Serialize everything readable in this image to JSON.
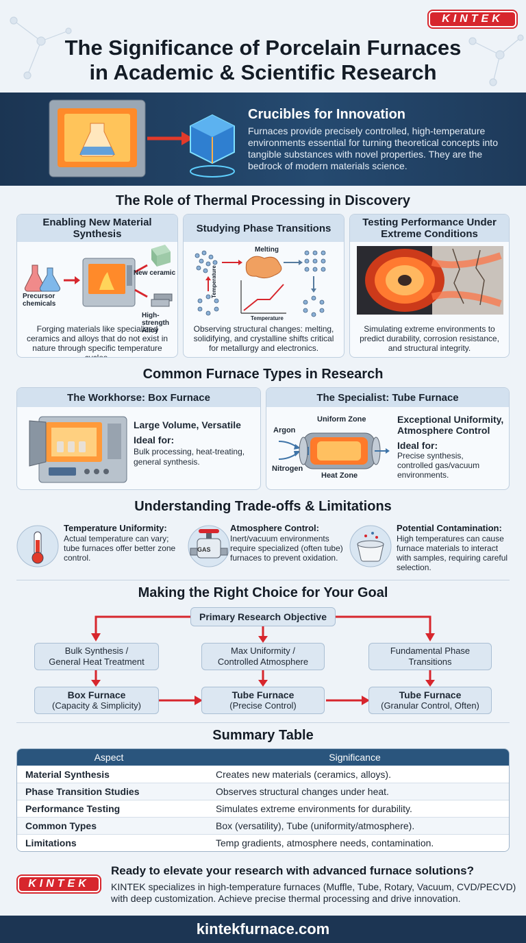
{
  "brand": {
    "logo": "KINTEK",
    "accent": "#d7262d",
    "navy": "#1c3553"
  },
  "title": {
    "line1": "The Significance of Porcelain Furnaces",
    "line2": "in Academic & Scientific Research"
  },
  "intro": {
    "heading": "Crucibles for Innovation",
    "text": "Furnaces provide precisely controlled, high-temperature environments essential for turning theoretical concepts into tangible substances with novel properties. They are the bedrock of modern materials science."
  },
  "role": {
    "heading": "The Role of Thermal Processing in Discovery",
    "cards": [
      {
        "title": "Enabling New Material Synthesis",
        "labels": {
          "precursor": "Precursor chemicals",
          "ceramic": "New ceramic",
          "alloy": "High-strength Alloy"
        },
        "text": "Forging materials like specialized ceramics and alloys that do not exist in nature through specific temperature cycles."
      },
      {
        "title": "Studying Phase Transitions",
        "labels": {
          "melting": "Melting",
          "temperature": "Temperature"
        },
        "text": "Observing structural changes: melting, solidifying, and crystalline shifts critical for metallurgy and electronics."
      },
      {
        "title": "Testing Performance Under Extreme Conditions",
        "text": "Simulating extreme environments to predict durability, corrosion resistance, and structural integrity."
      }
    ]
  },
  "types": {
    "heading": "Common Furnace Types in Research",
    "box": {
      "title": "The Workhorse: Box Furnace",
      "feature": "Large Volume, Versatile",
      "ideal_label": "Ideal for:",
      "ideal": "Bulk processing, heat-treating, general synthesis."
    },
    "tube": {
      "title": "The Specialist: Tube Furnace",
      "labels": {
        "argon": "Argon",
        "nitrogen": "Nitrogen",
        "uniform": "Uniform Zone",
        "heat": "Heat Zone"
      },
      "feature": "Exceptional Uniformity, Atmosphere Control",
      "ideal_label": "Ideal for:",
      "ideal": "Precise synthesis, controlled gas/vacuum environments."
    }
  },
  "tradeoffs": {
    "heading": "Understanding Trade-offs & Limitations",
    "items": [
      {
        "title": "Temperature Uniformity:",
        "text": "Actual temperature can vary; tube furnaces offer better zone control."
      },
      {
        "title": "Atmosphere Control:",
        "text": "Inert/vacuum environments require specialized (often tube) furnaces to prevent oxidation.",
        "icon_label": "GAS"
      },
      {
        "title": "Potential Contamination:",
        "text": "High temperatures can cause furnace materials to interact with samples, requiring careful selection."
      }
    ]
  },
  "choice": {
    "heading": "Making the Right Choice for Your Goal",
    "root": "Primary Research Objective",
    "goals": [
      {
        "line1": "Bulk Synthesis /",
        "line2": "General Heat Treatment"
      },
      {
        "line1": "Max Uniformity /",
        "line2": "Controlled Atmosphere"
      },
      {
        "line1": "Fundamental Phase",
        "line2": "Transitions"
      }
    ],
    "results": [
      {
        "name": "Box Furnace",
        "note": "(Capacity & Simplicity)"
      },
      {
        "name": "Tube Furnace",
        "note": "(Precise Control)"
      },
      {
        "name": "Tube Furnace",
        "note": "(Granular Control, Often)"
      }
    ]
  },
  "summary": {
    "heading": "Summary Table",
    "columns": [
      "Aspect",
      "Significance"
    ],
    "rows": [
      [
        "Material Synthesis",
        "Creates new materials (ceramics, alloys)."
      ],
      [
        "Phase Transition Studies",
        "Observes structural changes under heat."
      ],
      [
        "Performance Testing",
        "Simulates extreme environments for durability."
      ],
      [
        "Common Types",
        "Box (versatility), Tube (uniformity/atmosphere)."
      ],
      [
        "Limitations",
        "Temp gradients, atmosphere needs, contamination."
      ]
    ]
  },
  "cta": {
    "heading": "Ready to elevate your research with advanced furnace solutions?",
    "text": "KINTEK specializes in high-temperature furnaces (Muffle, Tube, Rotary, Vacuum, CVD/PECVD) with deep customization. Achieve precise thermal processing and drive innovation."
  },
  "footer": {
    "url": "kintekfurnace.com"
  }
}
